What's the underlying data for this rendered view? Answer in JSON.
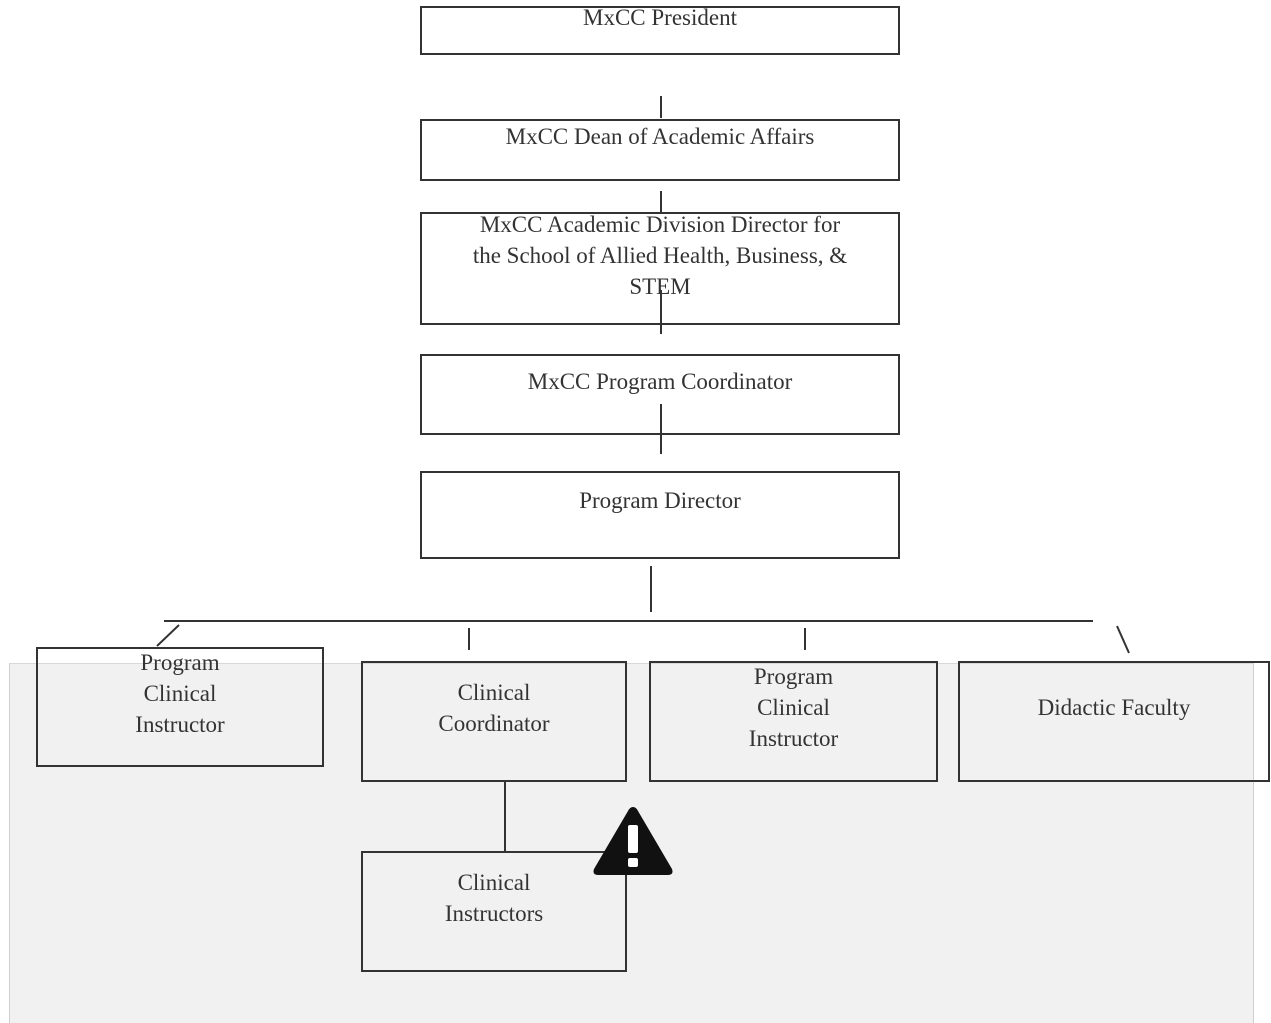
{
  "chart": {
    "nodes": {
      "president": "MxCC President",
      "dean": "MxCC Dean of Academic Affairs",
      "division_director": "MxCC Academic Division Director for\nthe School of Allied Health, Business, &\nSTEM",
      "program_coordinator": "MxCC Program Coordinator",
      "program_director": "Program Director",
      "program_clinical_instructor_left": "Program\nClinical\nInstructor",
      "clinical_coordinator": "Clinical\nCoordinator",
      "program_clinical_instructor_right": "Program\nClinical\nInstructor",
      "didactic_faculty": "Didactic Faculty",
      "clinical_instructors": "Clinical\nInstructors"
    },
    "warning_icon": "warning-triangle-icon"
  }
}
